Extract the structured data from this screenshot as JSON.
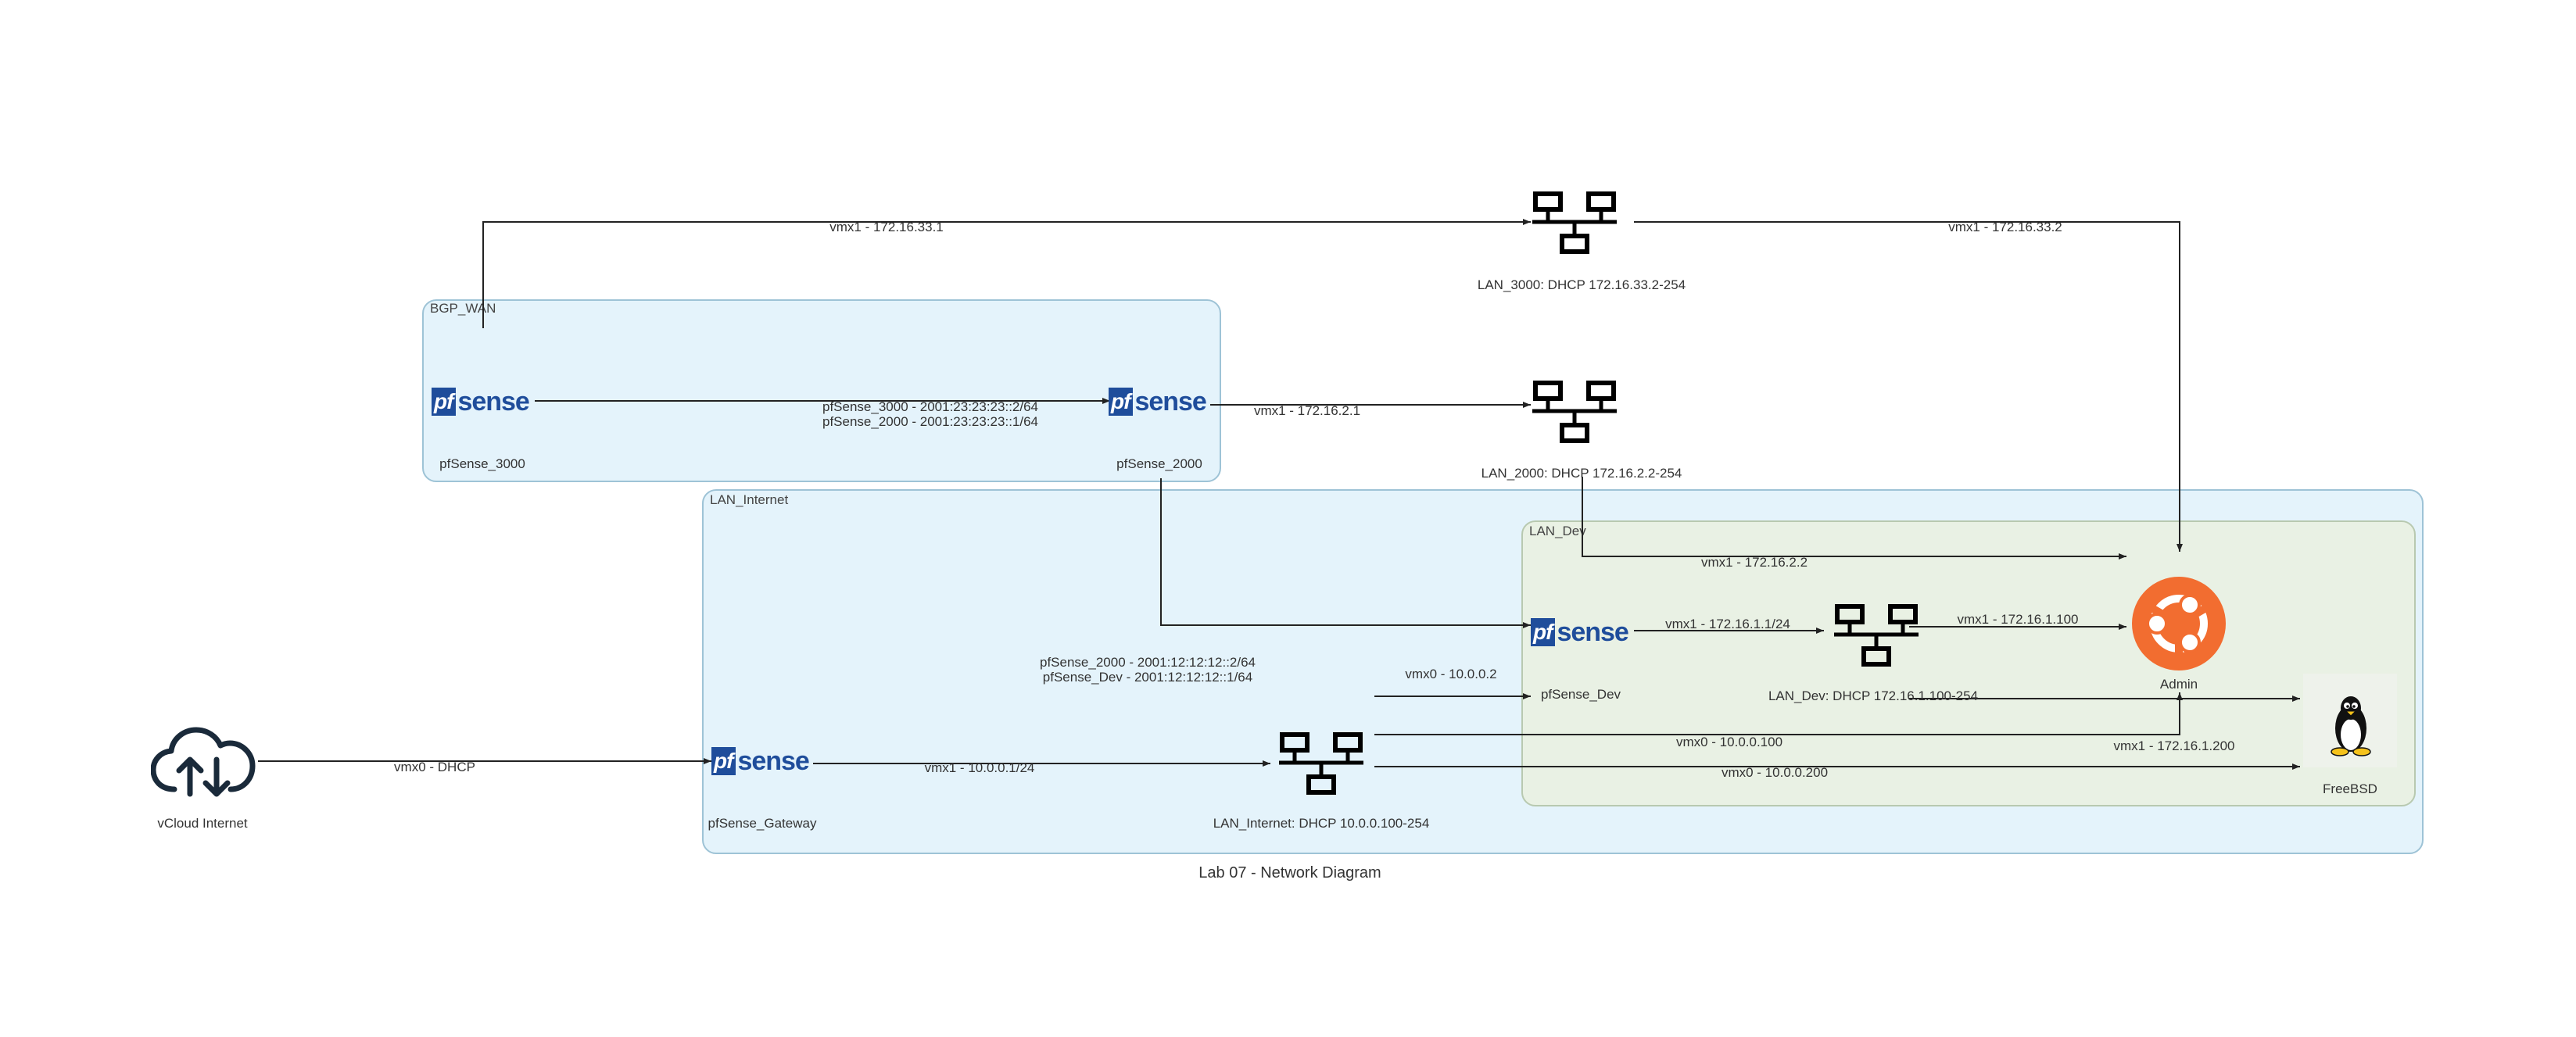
{
  "diagram": {
    "title": "Lab 07 - Network Diagram",
    "groups": {
      "bgp_wan": "BGP_WAN",
      "lan_internet": "LAN_Internet",
      "lan_dev": "LAN_Dev"
    },
    "nodes": {
      "vcloud_internet": "vCloud Internet",
      "pfsense_gateway": "pfSense_Gateway",
      "pfsense_3000": "pfSense_3000",
      "pfsense_2000": "pfSense_2000",
      "pfsense_dev": "pfSense_Dev",
      "lan_3000": "LAN_3000: DHCP 172.16.33.2-254",
      "lan_2000": "LAN_2000: DHCP 172.16.2.2-254",
      "lan_internet_switch": "LAN_Internet: DHCP 10.0.0.100-254",
      "lan_dev_switch": "LAN_Dev: DHCP 172.16.1.100-254",
      "admin": "Admin",
      "freebsd": "FreeBSD"
    },
    "logo": {
      "pf_mark": "pf",
      "pf_text": "sense"
    },
    "edges": {
      "vcloud_to_gateway": "vmx0 - DHCP",
      "gateway_to_lan_internet": "vmx1 - 10.0.0.1/24",
      "pf3000_to_lan3000": "vmx1 - 172.16.33.1",
      "lan3000_to_admin": "vmx1 - 172.16.33.2",
      "pf3000_pf2000_line1": "pfSense_3000 - 2001:23:23:23::2/64",
      "pf3000_pf2000_line2": "pfSense_2000 - 2001:23:23:23::1/64",
      "pf2000_to_lan2000": "vmx1 - 172.16.2.1",
      "lan2000_to_admin": "vmx1 - 172.16.2.2",
      "pf2000_pfdev_line1": "pfSense_2000 - 2001:12:12:12::2/64",
      "pf2000_pfdev_line2": "pfSense_Dev - 2001:12:12:12::1/64",
      "laninternet_to_pfdev": "vmx0 - 10.0.0.2",
      "pfdev_to_landev": "vmx1 - 172.16.1.1/24",
      "landev_to_admin": "vmx1 - 172.16.1.100",
      "laninternet_to_admin": "vmx0 - 10.0.0.100",
      "landev_to_freebsd": "vmx1 - 172.16.1.200",
      "laninternet_to_freebsd": "vmx0 - 10.0.0.200"
    },
    "colors": {
      "outer_group_fill": "#e4f3fb",
      "outer_group_stroke": "#9ec3d6",
      "dev_group_fill": "#e9f1e4",
      "pfsense_blue": "#1f4d9b",
      "ubuntu_orange": "#f26d30",
      "edge": "#222222"
    },
    "icons": {
      "cloud": "cloud-upload-download-icon",
      "switch": "network-switch-icon",
      "router": "pfsense-logo",
      "ubuntu": "ubuntu-logo",
      "tux": "linux-tux-icon"
    }
  }
}
